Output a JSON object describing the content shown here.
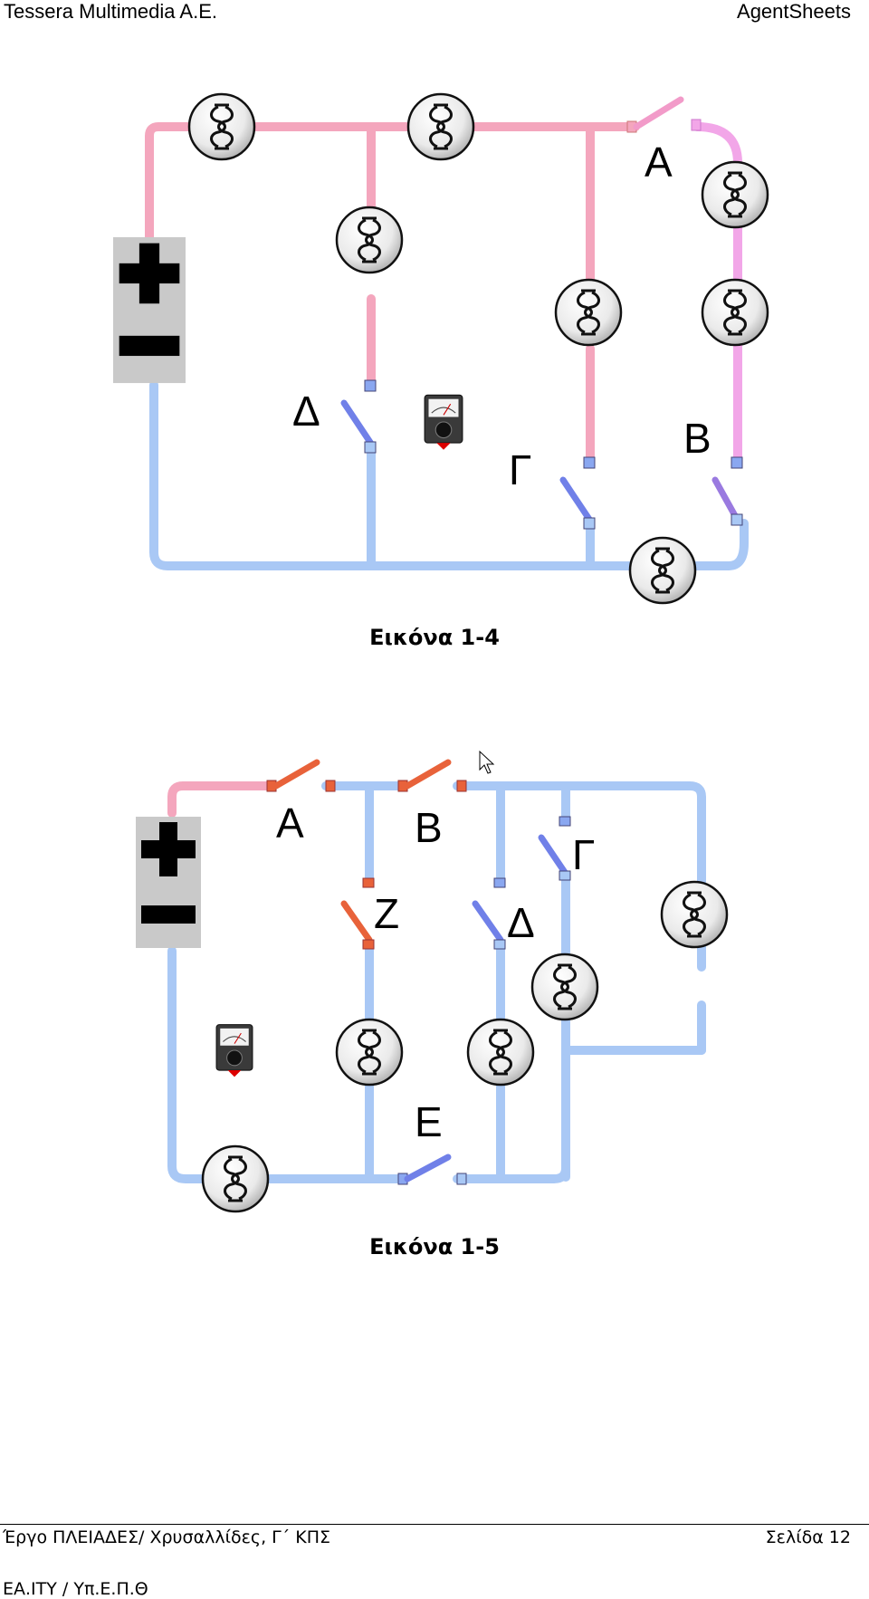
{
  "header": {
    "left": "Tessera Multimedia A.E.",
    "right": "AgentSheets"
  },
  "figure1": {
    "caption": "Εικόνα 1-4",
    "labels": {
      "A": "Α",
      "B": "Β",
      "G": "Γ",
      "D": "Δ"
    },
    "colors": {
      "live_wire": "#f4a6bd",
      "off_wire": "#a9c8f5",
      "pink_wire": "#f2a6e8"
    }
  },
  "figure2": {
    "caption": "Εικόνα 1-5",
    "labels": {
      "A": "Α",
      "B": "Β",
      "G": "Γ",
      "D": "Δ",
      "Z": "Ζ",
      "E": "Ε"
    },
    "colors": {
      "live_wire": "#f4a6bd",
      "off_wire": "#a9c8f5",
      "switch_on": "#e8623a"
    }
  },
  "footer": {
    "left": "Έργο ΠΛΕΙΑΔΕΣ/ Χρυσαλλίδες, Γ΄ ΚΠΣ",
    "right": "Σελίδα 12",
    "bottom": "ΕΑ.ΙΤΥ / Υπ.Ε.Π.Θ"
  }
}
